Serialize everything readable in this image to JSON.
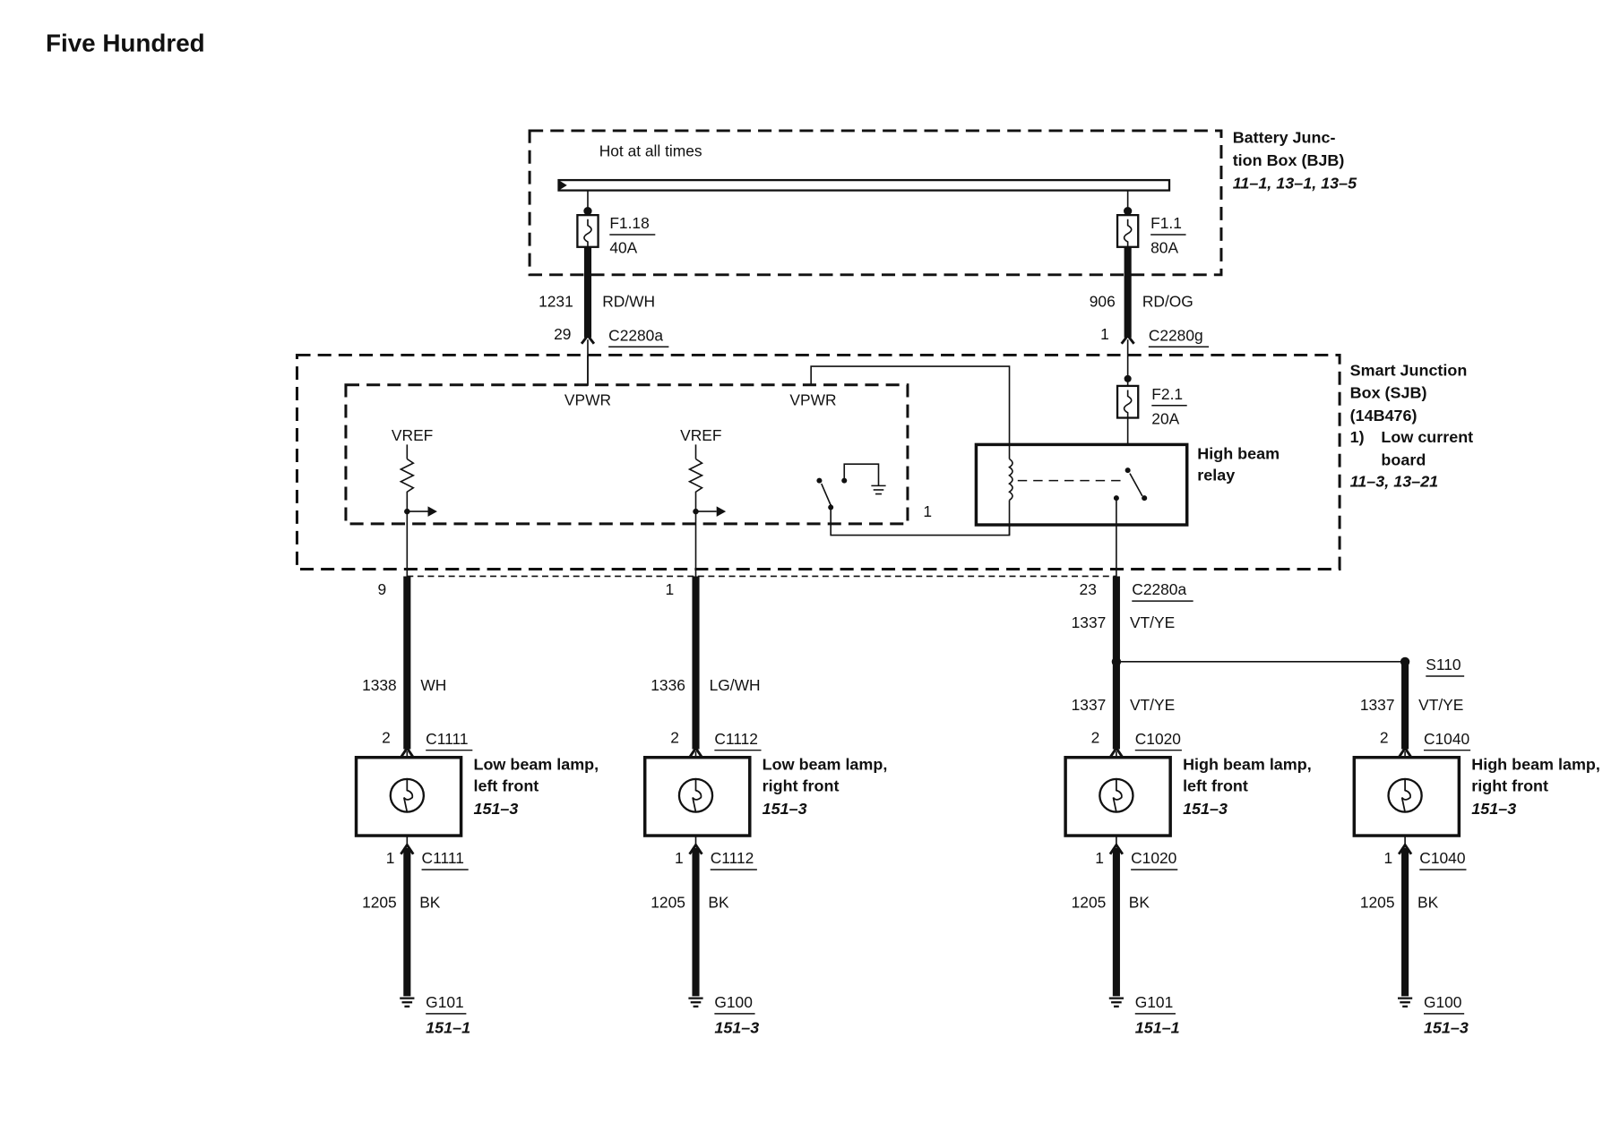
{
  "title": "Five Hundred",
  "bjb": {
    "name_line1": "Battery Junc-",
    "name_line2": "tion Box (BJB)",
    "refs": "11–1, 13–1, 13–5",
    "bus_label": "Hot at all times",
    "fuse_left": {
      "id": "F1.18",
      "rating": "40A"
    },
    "fuse_right": {
      "id": "F1.1",
      "rating": "80A"
    }
  },
  "feeds": {
    "left": {
      "circuit": "1231",
      "color": "RD/WH",
      "pin": "29",
      "connector": "C2280a"
    },
    "right": {
      "circuit": "906",
      "color": "RD/OG",
      "pin": "1",
      "connector": "C2280g"
    }
  },
  "sjb": {
    "name_line1": "Smart Junction",
    "name_line2": "Box (SJB)",
    "part": "(14B476)",
    "note_num": "1)",
    "note_line1": "Low current",
    "note_line2": "board",
    "refs": "11–3, 13–21",
    "vpwr_left": "VPWR",
    "vpwr_right": "VPWR",
    "vref_left": "VREF",
    "vref_right": "VREF",
    "board_note": "1",
    "fuse": {
      "id": "F2.1",
      "rating": "20A"
    },
    "relay_line1": "High beam",
    "relay_line2": "relay"
  },
  "outputs": [
    {
      "pin": "9",
      "circuit": "1338",
      "color": "WH"
    },
    {
      "pin": "1",
      "circuit": "1336",
      "color": "LG/WH"
    },
    {
      "pin": "23",
      "connector": "C2280a",
      "circuit": "1337",
      "color": "VT/YE"
    }
  ],
  "splice": {
    "id": "S110"
  },
  "lamps": [
    {
      "circuit": "1338",
      "color": "WH",
      "pin_top": "2",
      "conn_top": "C1111",
      "name_line1": "Low beam lamp,",
      "name_line2": "left front",
      "ref": "151–3",
      "pin_bot": "1",
      "conn_bot": "C1111",
      "gnd_circuit": "1205",
      "gnd_color": "BK",
      "ground": "G101",
      "ground_ref": "151–1"
    },
    {
      "circuit": "1336",
      "color": "LG/WH",
      "pin_top": "2",
      "conn_top": "C1112",
      "name_line1": "Low beam lamp,",
      "name_line2": "right front",
      "ref": "151–3",
      "pin_bot": "1",
      "conn_bot": "C1112",
      "gnd_circuit": "1205",
      "gnd_color": "BK",
      "ground": "G100",
      "ground_ref": "151–3"
    },
    {
      "circuit": "1337",
      "color": "VT/YE",
      "pin_top": "2",
      "conn_top": "C1020",
      "name_line1": "High beam lamp,",
      "name_line2": "left front",
      "ref": "151–3",
      "pin_bot": "1",
      "conn_bot": "C1020",
      "gnd_circuit": "1205",
      "gnd_color": "BK",
      "ground": "G101",
      "ground_ref": "151–1"
    },
    {
      "circuit": "1337",
      "color": "VT/YE",
      "pin_top": "2",
      "conn_top": "C1040",
      "name_line1": "High beam lamp,",
      "name_line2": "right front",
      "ref": "151–3",
      "pin_bot": "1",
      "conn_bot": "C1040",
      "gnd_circuit": "1205",
      "gnd_color": "BK",
      "ground": "G100",
      "ground_ref": "151–3"
    }
  ]
}
